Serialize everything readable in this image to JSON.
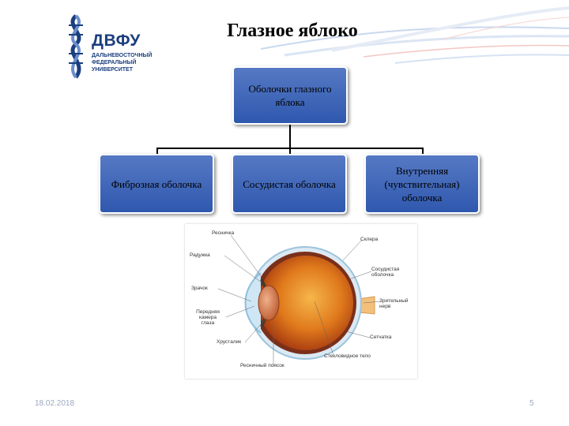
{
  "title": "Глазное яблоко",
  "logo": {
    "name": "ДВФУ",
    "line1": "ДАЛЬНЕВОСТОЧНЫЙ",
    "line2": "ФЕДЕРАЛЬНЫЙ",
    "line3": "УНИВЕРСИТЕТ"
  },
  "diagram": {
    "root": {
      "label": "Оболочки глазного яблока"
    },
    "children": [
      {
        "label": "Фиброзная оболочка"
      },
      {
        "label": "Сосудистая оболочка"
      },
      {
        "label": "Внутренняя (чувствительная) оболочка"
      }
    ]
  },
  "eye_labels": {
    "left": [
      "Ресничка",
      "Радужка",
      "Зрачок",
      "Передняя камера глаза",
      "Хрусталик",
      "Ресничный поясок"
    ],
    "right": [
      "Склера",
      "Сосудистая оболочка",
      "Зрительный нерв",
      "Сетчатка",
      "Стекловидное тело"
    ]
  },
  "footer": {
    "date": "18.02.2018",
    "page": "5"
  },
  "colors": {
    "box_fill": "#3a63b8",
    "logo_blue": "#1b3f7e",
    "eye_orange": "#e8891c"
  }
}
